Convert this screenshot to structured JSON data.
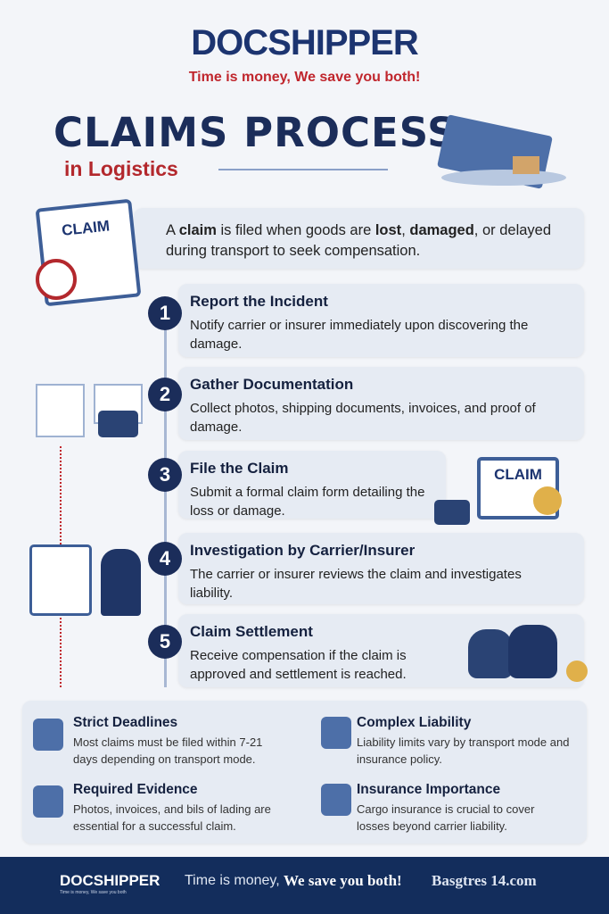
{
  "header": {
    "logo": "DOCSHIPPER",
    "tagline": "Time is money, We save you both!"
  },
  "title": {
    "main": "CLAIMS PROCESS",
    "sub": "in Logistics"
  },
  "intro": {
    "text_pre": "A ",
    "claim": "claim",
    "text_mid": " is filed when goods are ",
    "lost": "lost",
    "comma": ", ",
    "damaged": "damaged",
    "text_post": ", or delayed during transport to seek compensation.",
    "clipboard_label": "CLAIM"
  },
  "steps": [
    {
      "num": "1",
      "title": "Report the Incident",
      "desc": "Notify carrier or insurer immediately upon discovering the damage."
    },
    {
      "num": "2",
      "title": "Gather Documentation",
      "desc": "Collect photos, shipping documents, invoices, and proof of damage."
    },
    {
      "num": "3",
      "title": "File the Claim",
      "desc": "Submit a formal claim form detailing the loss or damage.",
      "image_label": "CLAIM"
    },
    {
      "num": "4",
      "title": "Investigation by Carrier/Insurer",
      "desc": "The carrier or insurer reviews the claim and investigates liability."
    },
    {
      "num": "5",
      "title": "Claim Settlement",
      "desc": "Receive compensation if the claim is approved and settlement is reached."
    }
  ],
  "info": [
    {
      "title": "Strict Deadlines",
      "desc": "Most claims must be filed within 7-21 days depending on transport mode.",
      "icon": "calendar-icon"
    },
    {
      "title": "Complex Liability",
      "desc": "Liability limits vary by transport mode and insurance policy.",
      "icon": "liability-icon"
    },
    {
      "title": "Required Evidence",
      "desc": "Photos, invoices, and bils of  lading are essential for a successful claim.",
      "icon": "camera-icon"
    },
    {
      "title": "Insurance Importance",
      "desc": "Cargo insurance is crucial to cover losses beyond carrier liability.",
      "icon": "insurance-icon"
    }
  ],
  "footer": {
    "logo": "DOCSHIPPER",
    "logo_sub": "Time is money, We save you both",
    "slogan_a": "Time is money,",
    "slogan_b": "We save you both!",
    "site": "Basgtres 14.com"
  },
  "colors": {
    "navy": "#1b2d5a",
    "red": "#b3282d",
    "footer": "#132d5c"
  }
}
